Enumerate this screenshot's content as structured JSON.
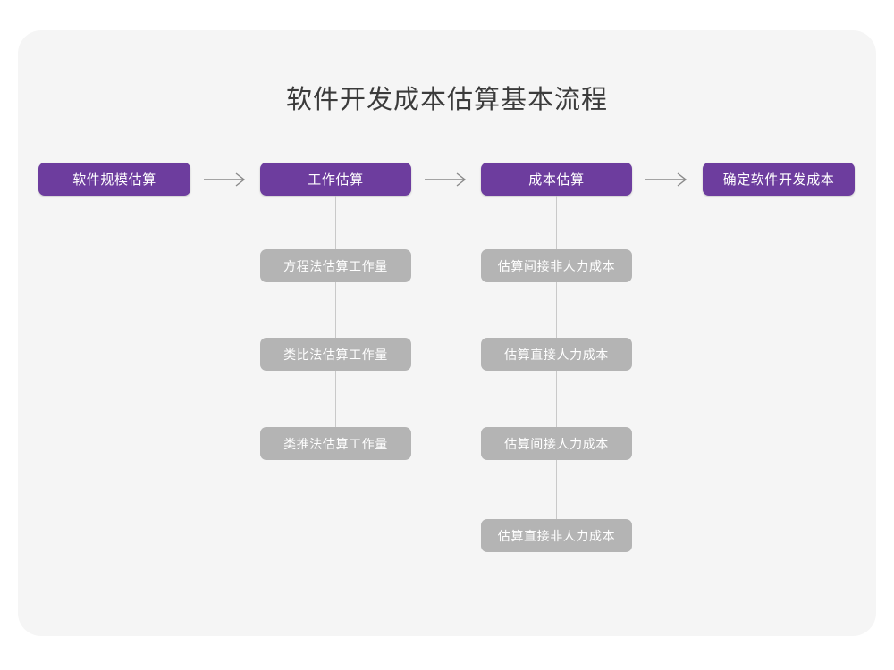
{
  "page": {
    "title": "软件开发成本估算基本流程",
    "background_color": "#ffffff",
    "card_color": "#f5f5f5",
    "primary_color": "#6d3d9e",
    "secondary_color": "#b4b4b4",
    "connector_color": "#c9c9c9",
    "title_color": "#3b3b3b"
  },
  "chart_data": {
    "type": "diagram",
    "title": "软件开发成本估算基本流程",
    "main_flow": [
      {
        "label": "软件规模估算"
      },
      {
        "label": "工作估算"
      },
      {
        "label": "成本估算"
      },
      {
        "label": "确定软件开发成本"
      }
    ],
    "arrows": [
      {
        "label": "→"
      },
      {
        "label": "→"
      },
      {
        "label": "→"
      }
    ],
    "branches": [
      {
        "parent": "工作估算",
        "items": [
          "方程法估算工作量",
          "类比法估算工作量",
          "类推法估算工作量"
        ]
      },
      {
        "parent": "成本估算",
        "items": [
          "估算间接非人力成本",
          "估算直接人力成本",
          "估算间接人力成本",
          "估算直接非人力成本"
        ]
      }
    ]
  }
}
